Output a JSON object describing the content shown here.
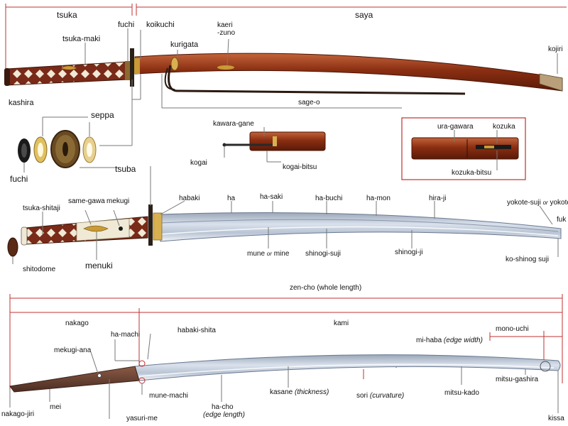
{
  "labels": {
    "tsuka": "tsuka",
    "saya": "saya",
    "fuchi_top": "fuchi",
    "koikuchi": "koikuchi",
    "kaeri_zuno_1": "kaeri",
    "kaeri_zuno_2": "-zuno",
    "tsuka_maki": "tsuka-maki",
    "kurigata": "kurigata",
    "kojiri": "kojiri",
    "kashira": "kashira",
    "sage_o": "sage-o",
    "seppa": "seppa",
    "kawara_gane": "kawara-gane",
    "ura_gawara": "ura-gawara",
    "kozuka": "kozuka",
    "kogai": "kogai",
    "kogai_bitsu": "kogai-bitsu",
    "kozuka_bitsu": "kozuka-bitsu",
    "fuchi_left": "fuchi",
    "tsuba": "tsuba",
    "same_gawa": "same-gawa",
    "mekugi": "mekugi",
    "habaki": "habaki",
    "ha": "ha",
    "ha_saki": "ha-saki",
    "ha_buchi": "ha-buchi",
    "ha_mon": "ha-mon",
    "hira_ji": "hira-ji",
    "yokote_suji_a": "yokote-suji",
    "yokote_suji_or": "or",
    "yokote_suji_b": "yokote",
    "fuk": "fuk",
    "tsuka_shitaji": "tsuka-shitaji",
    "mune_a": "mune",
    "mune_or": "or",
    "mune_b": "mine",
    "shinogi_suji": "shinogi-suji",
    "shinogi_ji": "shinogi-ji",
    "ko_shinog_suji": "ko-shinog suji",
    "shitodome": "shitodome",
    "menuki": "menuki",
    "zen_cho": "zen-cho (whole length)",
    "nakago": "nakago",
    "kami": "kami",
    "ha_machi": "ha-machi",
    "habaki_shita": "habaki-shita",
    "mono_uchi": "mono-uchi",
    "mi_haba": "mi-haba",
    "mi_haba_note": "(edge width)",
    "mekugi_ana": "mekugi-ana",
    "mune_machi": "mune-machi",
    "ha_cho": "ha-cho",
    "ha_cho_note": "(edge length)",
    "kasane": "kasane",
    "kasane_note": "(thickness)",
    "sori": "sori",
    "sori_note": "(curvature)",
    "mitsu_gashira": "mitsu-gashira",
    "mitsu_kado": "mitsu-kado",
    "mei": "mei",
    "nakago_jiri": "nakago-jiri",
    "yasuri_me": "yasuri-me",
    "kissa": "kissa"
  },
  "colors": {
    "saya_lacquer": "#8a2e12",
    "saya_highlight": "#c2643a",
    "blade_steel": "#c9d3e2",
    "blade_edge": "#eef2f8",
    "nakago_rust": "#6b4436",
    "dimension_line": "#c03030",
    "tsuka_wrap": "#7a2a18",
    "samegawa": "#efe9d6",
    "brass": "#c99a35"
  }
}
